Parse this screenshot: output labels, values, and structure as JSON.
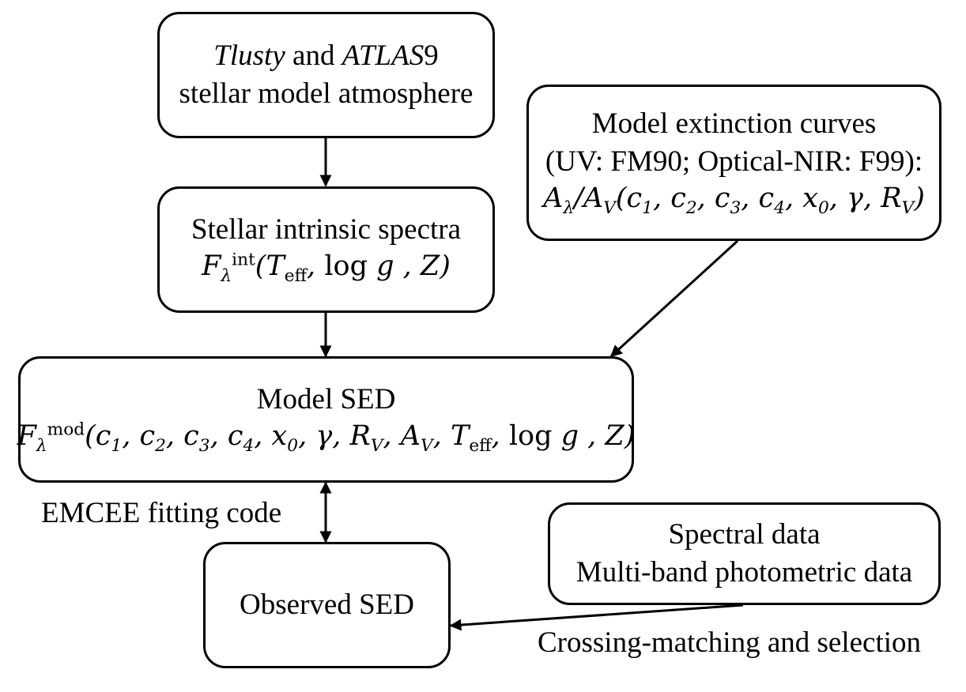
{
  "nodes": {
    "atmosphere": {
      "name_a": "Tlusty",
      "and": " and ",
      "name_b": "ATLAS",
      "name_b_num": "9",
      "line2": "stellar model atmosphere"
    },
    "extinction": {
      "line1": "Model extinction curves",
      "line2": "(UV: FM90; Optical-NIR: F99):"
    },
    "intrinsic": {
      "line1": "Stellar intrinsic spectra",
      "sup": "int"
    },
    "model_sed": {
      "line1": "Model SED",
      "sup": "mod"
    },
    "data": {
      "line1": "Spectral data",
      "line2": "Multi-band photometric data"
    },
    "observed": {
      "line1": "Observed SED"
    }
  },
  "edge_labels": {
    "emcee": "EMCEE fitting code",
    "crossmatch": "Crossing-matching and selection"
  }
}
